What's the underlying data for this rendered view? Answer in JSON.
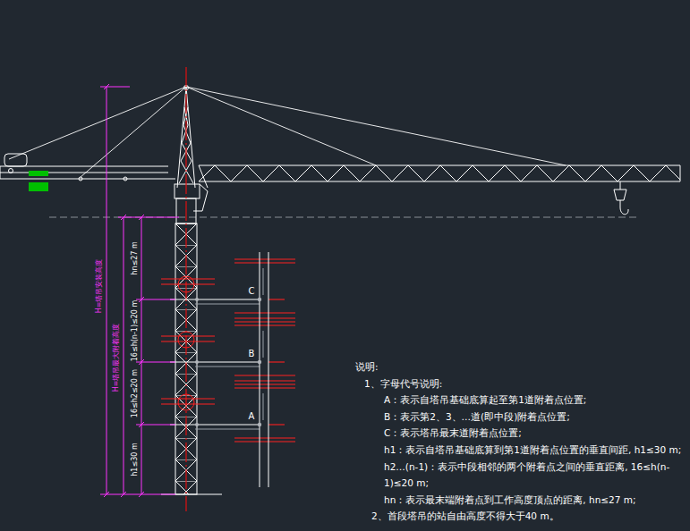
{
  "diagram": {
    "labels": [
      "H=塔吊安装高度",
      "H=塔吊最大附着高度",
      "hn≤27 m",
      "16≤h(n-1)≤20 m",
      "16≤h2≤20 m",
      "h1≤30 m",
      "C",
      "B",
      "A",
      "说明:",
      "1、字母代号说明:",
      "A：表示自塔吊基础底算起至第1道附着点位置;",
      "B：表示第2、3、…道(即中段)附着点位置;",
      "C：表示塔吊最末道附着点位置;",
      "h1：表示自塔吊基础底算到第1道附着点位置的垂直间距, h1≤30 m;",
      "h2…(n-1)：表示中段相邻的两个附着点之间的垂直距离, 16≤h(n-1)≤20 m;",
      "hn：表示最末端附着点到工作高度顶点的距离, hn≤27 m;",
      "2、首段塔吊的站自由高度不得大于40 m。"
    ]
  }
}
